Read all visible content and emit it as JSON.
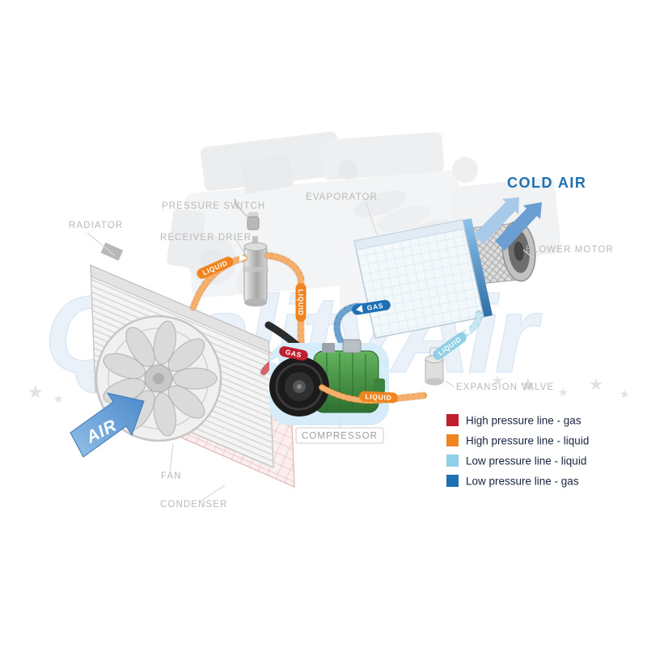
{
  "diagram": {
    "watermark": {
      "text": "QualityAir",
      "star": "★"
    },
    "component_labels": {
      "radiator": "RADIATOR",
      "pressure_switch": "PRESSURE SWITCH",
      "receiver_drier": "RECEIVER DRIER",
      "evaporator": "EVAPORATOR",
      "blower_motor": "BLOWER MOTOR",
      "expansion_valve": "EXPANSION VALVE",
      "compressor": "COMPRESSOR",
      "fan": "FAN",
      "condenser": "CONDENSER"
    },
    "flow_labels": {
      "air": "AIR",
      "cold_air": "COLD AIR",
      "liquid": "LIQUID",
      "gas": "GAS"
    },
    "legend": {
      "items": [
        {
          "label": "High pressure line - gas",
          "color": "#c01f2f"
        },
        {
          "label": "High pressure line - liquid",
          "color": "#f0841e"
        },
        {
          "label": "Low pressure line - liquid",
          "color": "#8fd0e6"
        },
        {
          "label": "Low pressure line -  gas",
          "color": "#1e6fb4"
        }
      ]
    },
    "colors": {
      "high_pressure_gas": "#c01f2f",
      "high_pressure_liquid": "#f0841e",
      "low_pressure_liquid": "#8fd0e6",
      "low_pressure_gas": "#1e6fb4",
      "cold_air_text": "#1e6fb4",
      "air_arrow": "#5b93cc",
      "label_gray": "#b9b9b9"
    }
  }
}
